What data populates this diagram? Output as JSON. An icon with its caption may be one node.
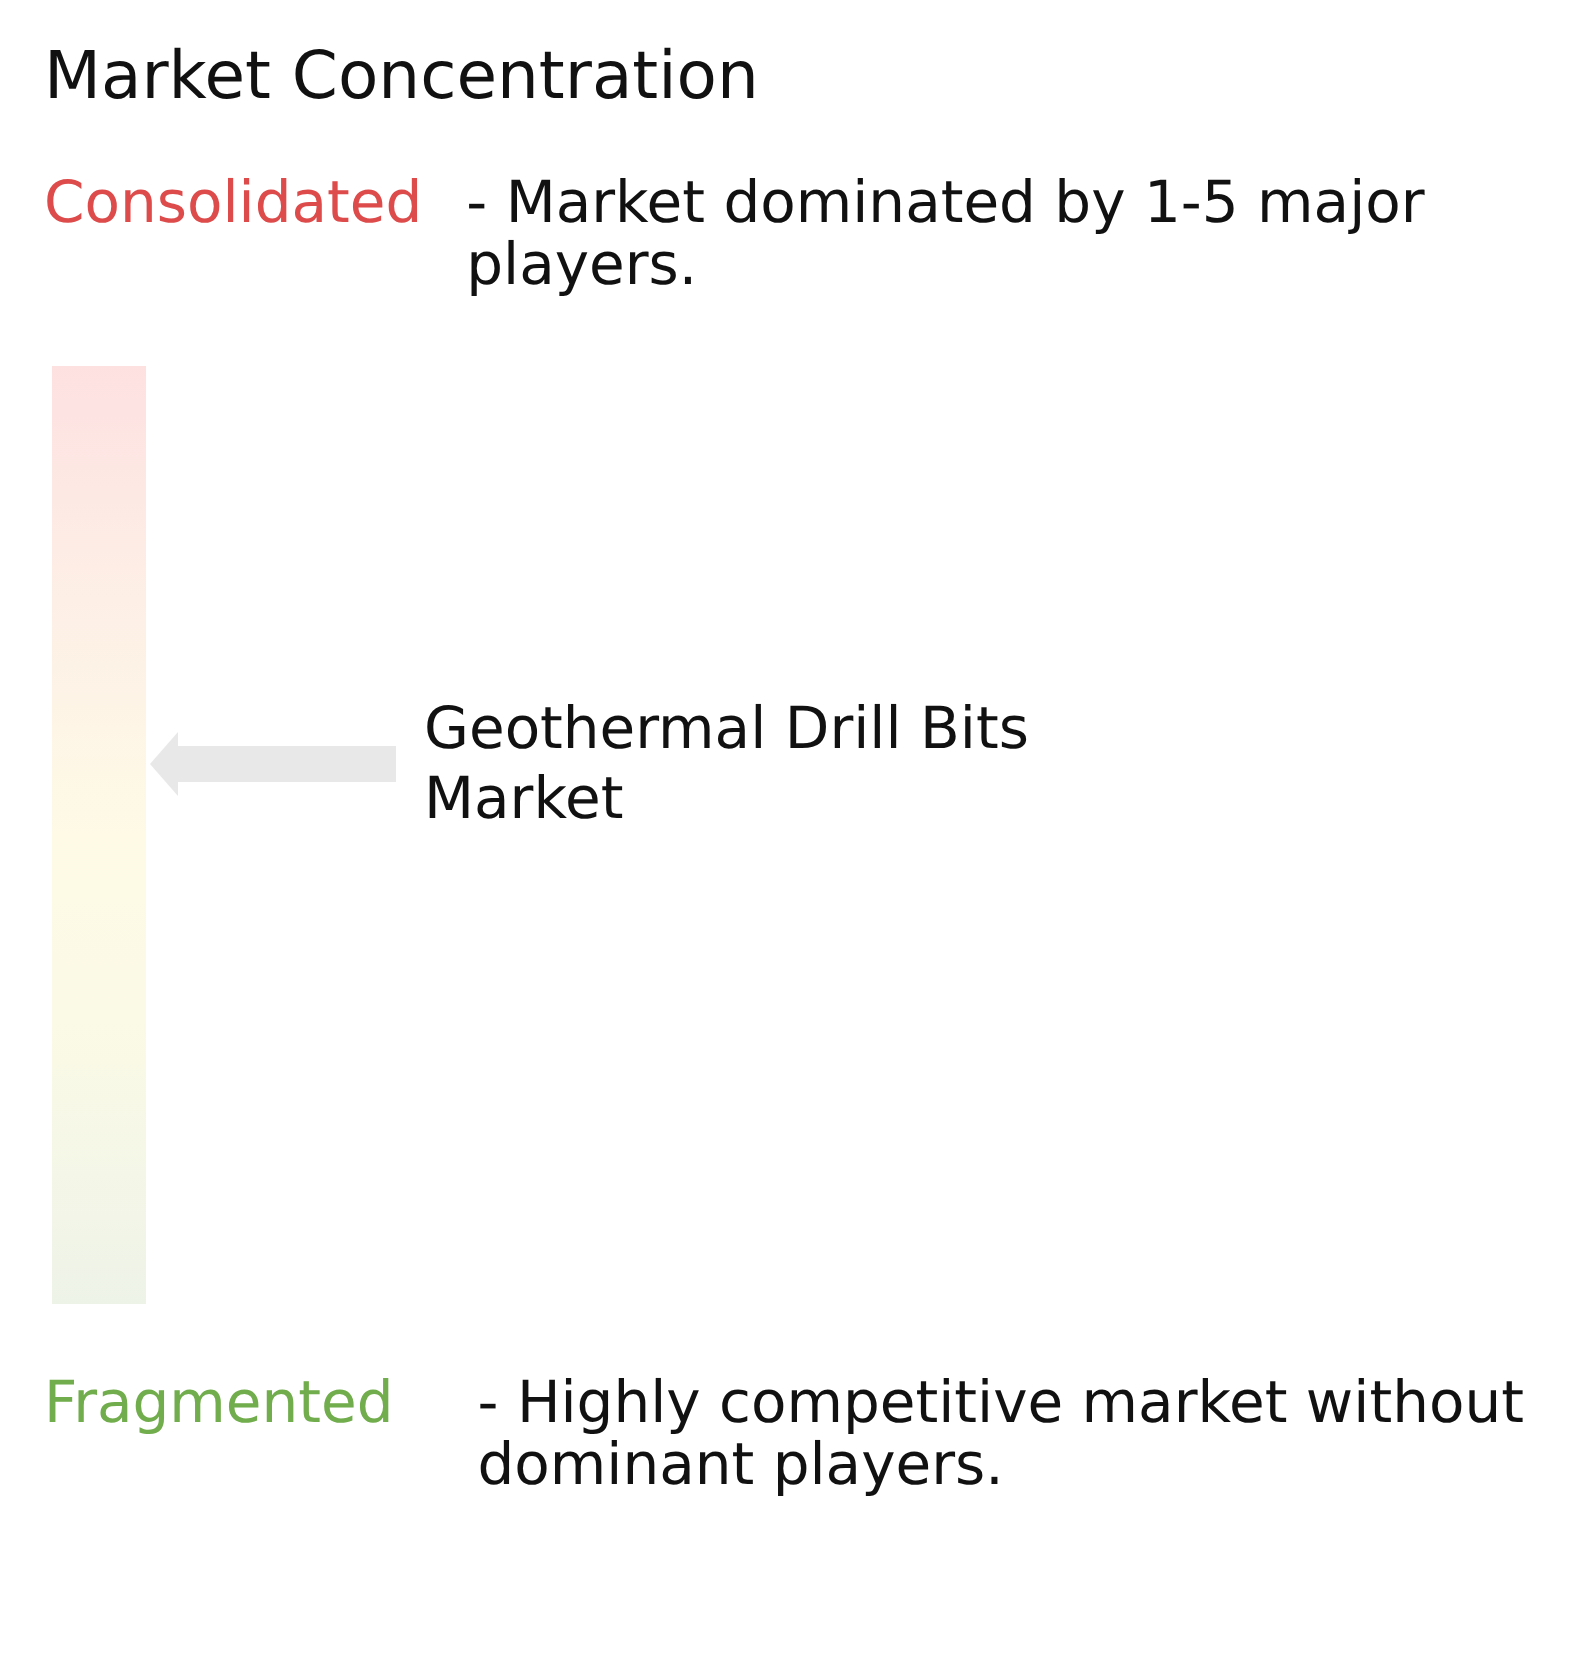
{
  "diagram": {
    "title": "Market Concentration",
    "nodes": [
      {
        "text": [],
        "shape": "bar"
      },
      {
        "text": [
          "Geothermal Drill Bits Market"
        ]
      }
    ],
    "edges": [
      {
        "from": 1,
        "to": 0,
        "arrow": "to"
      }
    ],
    "labels": [
      "Consolidated",
      "- Market dominated by 1-5 major players.",
      "Fragmented",
      "- Highly competitive market without dominant players."
    ]
  }
}
